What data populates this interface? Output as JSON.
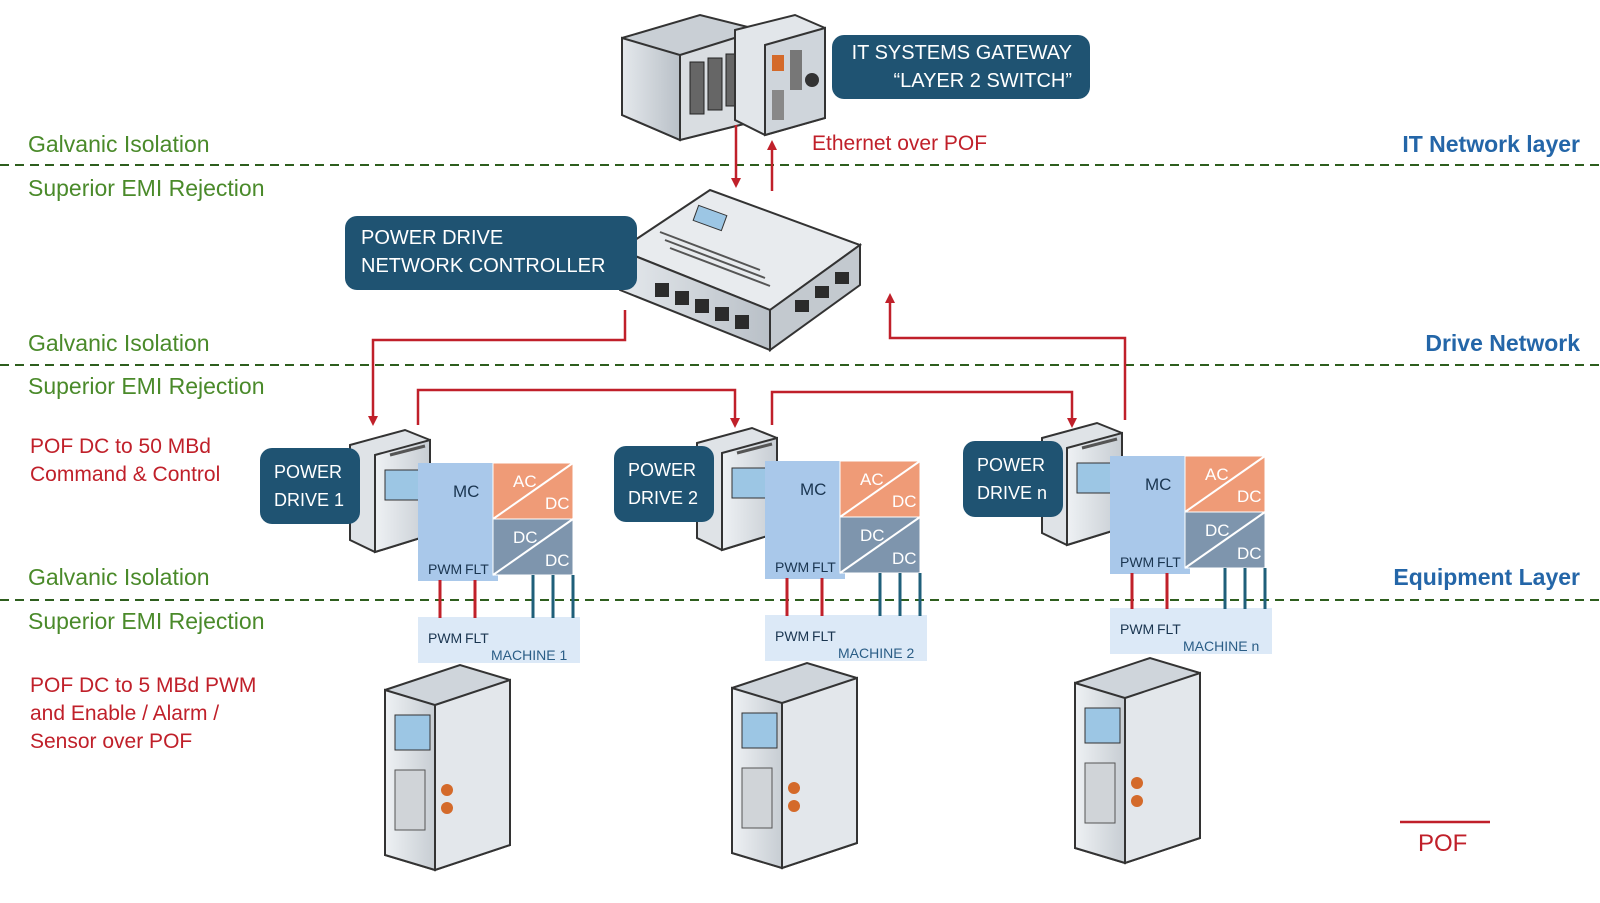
{
  "layers": {
    "it": "IT Network layer",
    "drive": "Drive Network",
    "equipment": "Equipment Layer"
  },
  "isolation": {
    "galvanic": "Galvanic Isolation",
    "emi": "Superior EMI Rejection"
  },
  "notes": {
    "ethernet": "Ethernet over POF",
    "command": "POF DC to 50 MBd\nCommand & Control",
    "pwm": "POF DC to 5 MBd PWM\nand Enable / Alarm /\nSensor over POF"
  },
  "gateway_label": "IT SYSTEMS GATEWAY\n“LAYER 2 SWITCH”",
  "controller_label": "POWER DRIVE\nNETWORK CONTROLLER",
  "drives": [
    {
      "label": "POWER\nDRIVE 1",
      "machine": "MACHINE 1"
    },
    {
      "label": "POWER\nDRIVE 2",
      "machine": "MACHINE 2"
    },
    {
      "label": "POWER\nDRIVE n",
      "machine": "MACHINE n"
    }
  ],
  "block": {
    "mc": "MC",
    "pwm": "PWM",
    "flt": "FLT",
    "ac": "AC",
    "dc": "DC"
  },
  "legend": {
    "label": "POF",
    "color": "#c0202a"
  },
  "colors": {
    "isolation_line": "#2e5e1e",
    "fiber": "#c0202a",
    "callout": "#1f5372",
    "mc_block": "#a9c8ea",
    "acdc": "#ef9b77",
    "dcdc": "#7e95ad"
  }
}
